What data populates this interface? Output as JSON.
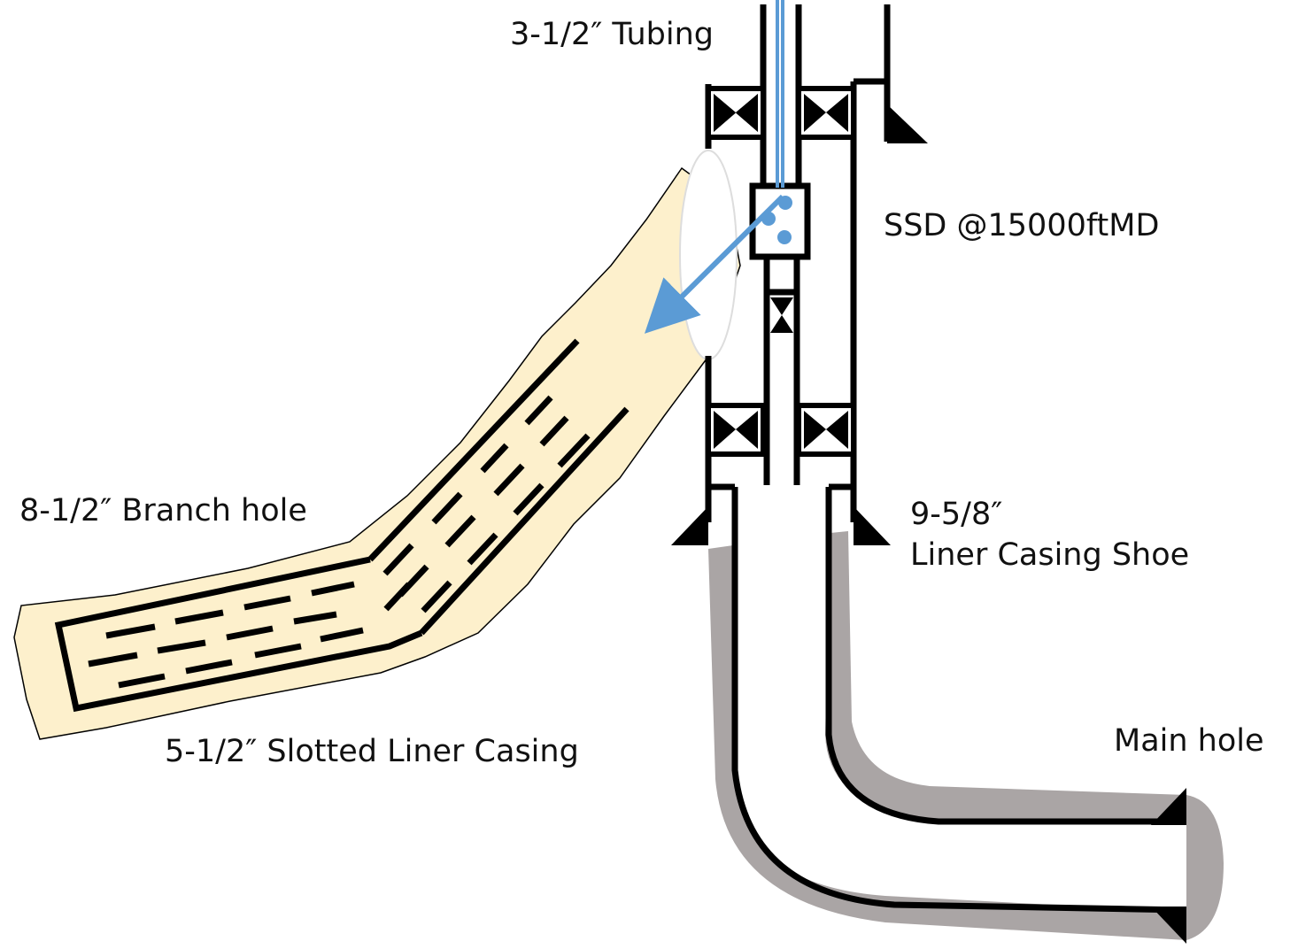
{
  "labels": {
    "tubing": "3-1/2″ Tubing",
    "ssd": "SSD @15000ftMD",
    "branch_hole": "8-1/2″ Branch hole",
    "shoe_size": "9-5/8″",
    "shoe_name": "Liner Casing Shoe",
    "slotted_liner": "5-1/2″ Slotted Liner Casing",
    "main_hole": "Main hole"
  },
  "colors": {
    "line": "#000000",
    "flow": "#5b9bd5",
    "branch_fill": "#fdf0cc",
    "cement": "#aaa5a5"
  },
  "icons": {
    "packer": "bowtie-packer-icon",
    "shoe": "triangle-shoe-icon",
    "flow": "flow-arrow-icon",
    "ssd": "sliding-sleeve-icon"
  }
}
